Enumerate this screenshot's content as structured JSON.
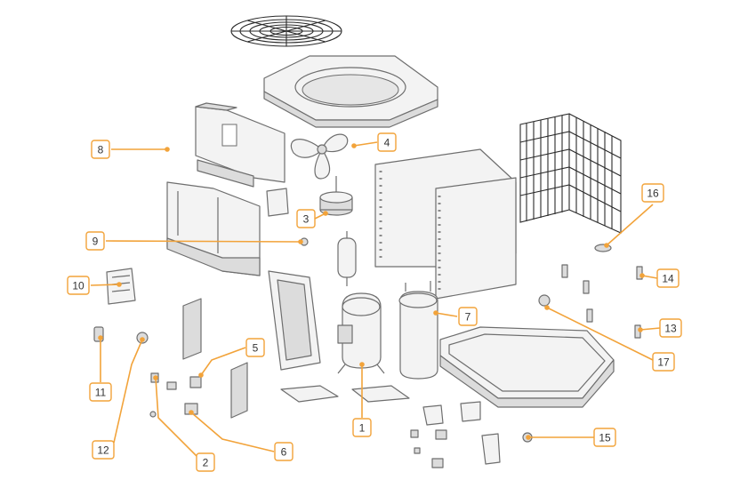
{
  "accent_color": "#f2a33a",
  "callouts": [
    {
      "label": "1"
    },
    {
      "label": "2"
    },
    {
      "label": "3"
    },
    {
      "label": "4"
    },
    {
      "label": "5"
    },
    {
      "label": "6"
    },
    {
      "label": "7"
    },
    {
      "label": "8"
    },
    {
      "label": "9"
    },
    {
      "label": "10"
    },
    {
      "label": "11"
    },
    {
      "label": "12"
    },
    {
      "label": "13"
    },
    {
      "label": "14"
    },
    {
      "label": "15"
    },
    {
      "label": "16"
    },
    {
      "label": "17"
    }
  ]
}
